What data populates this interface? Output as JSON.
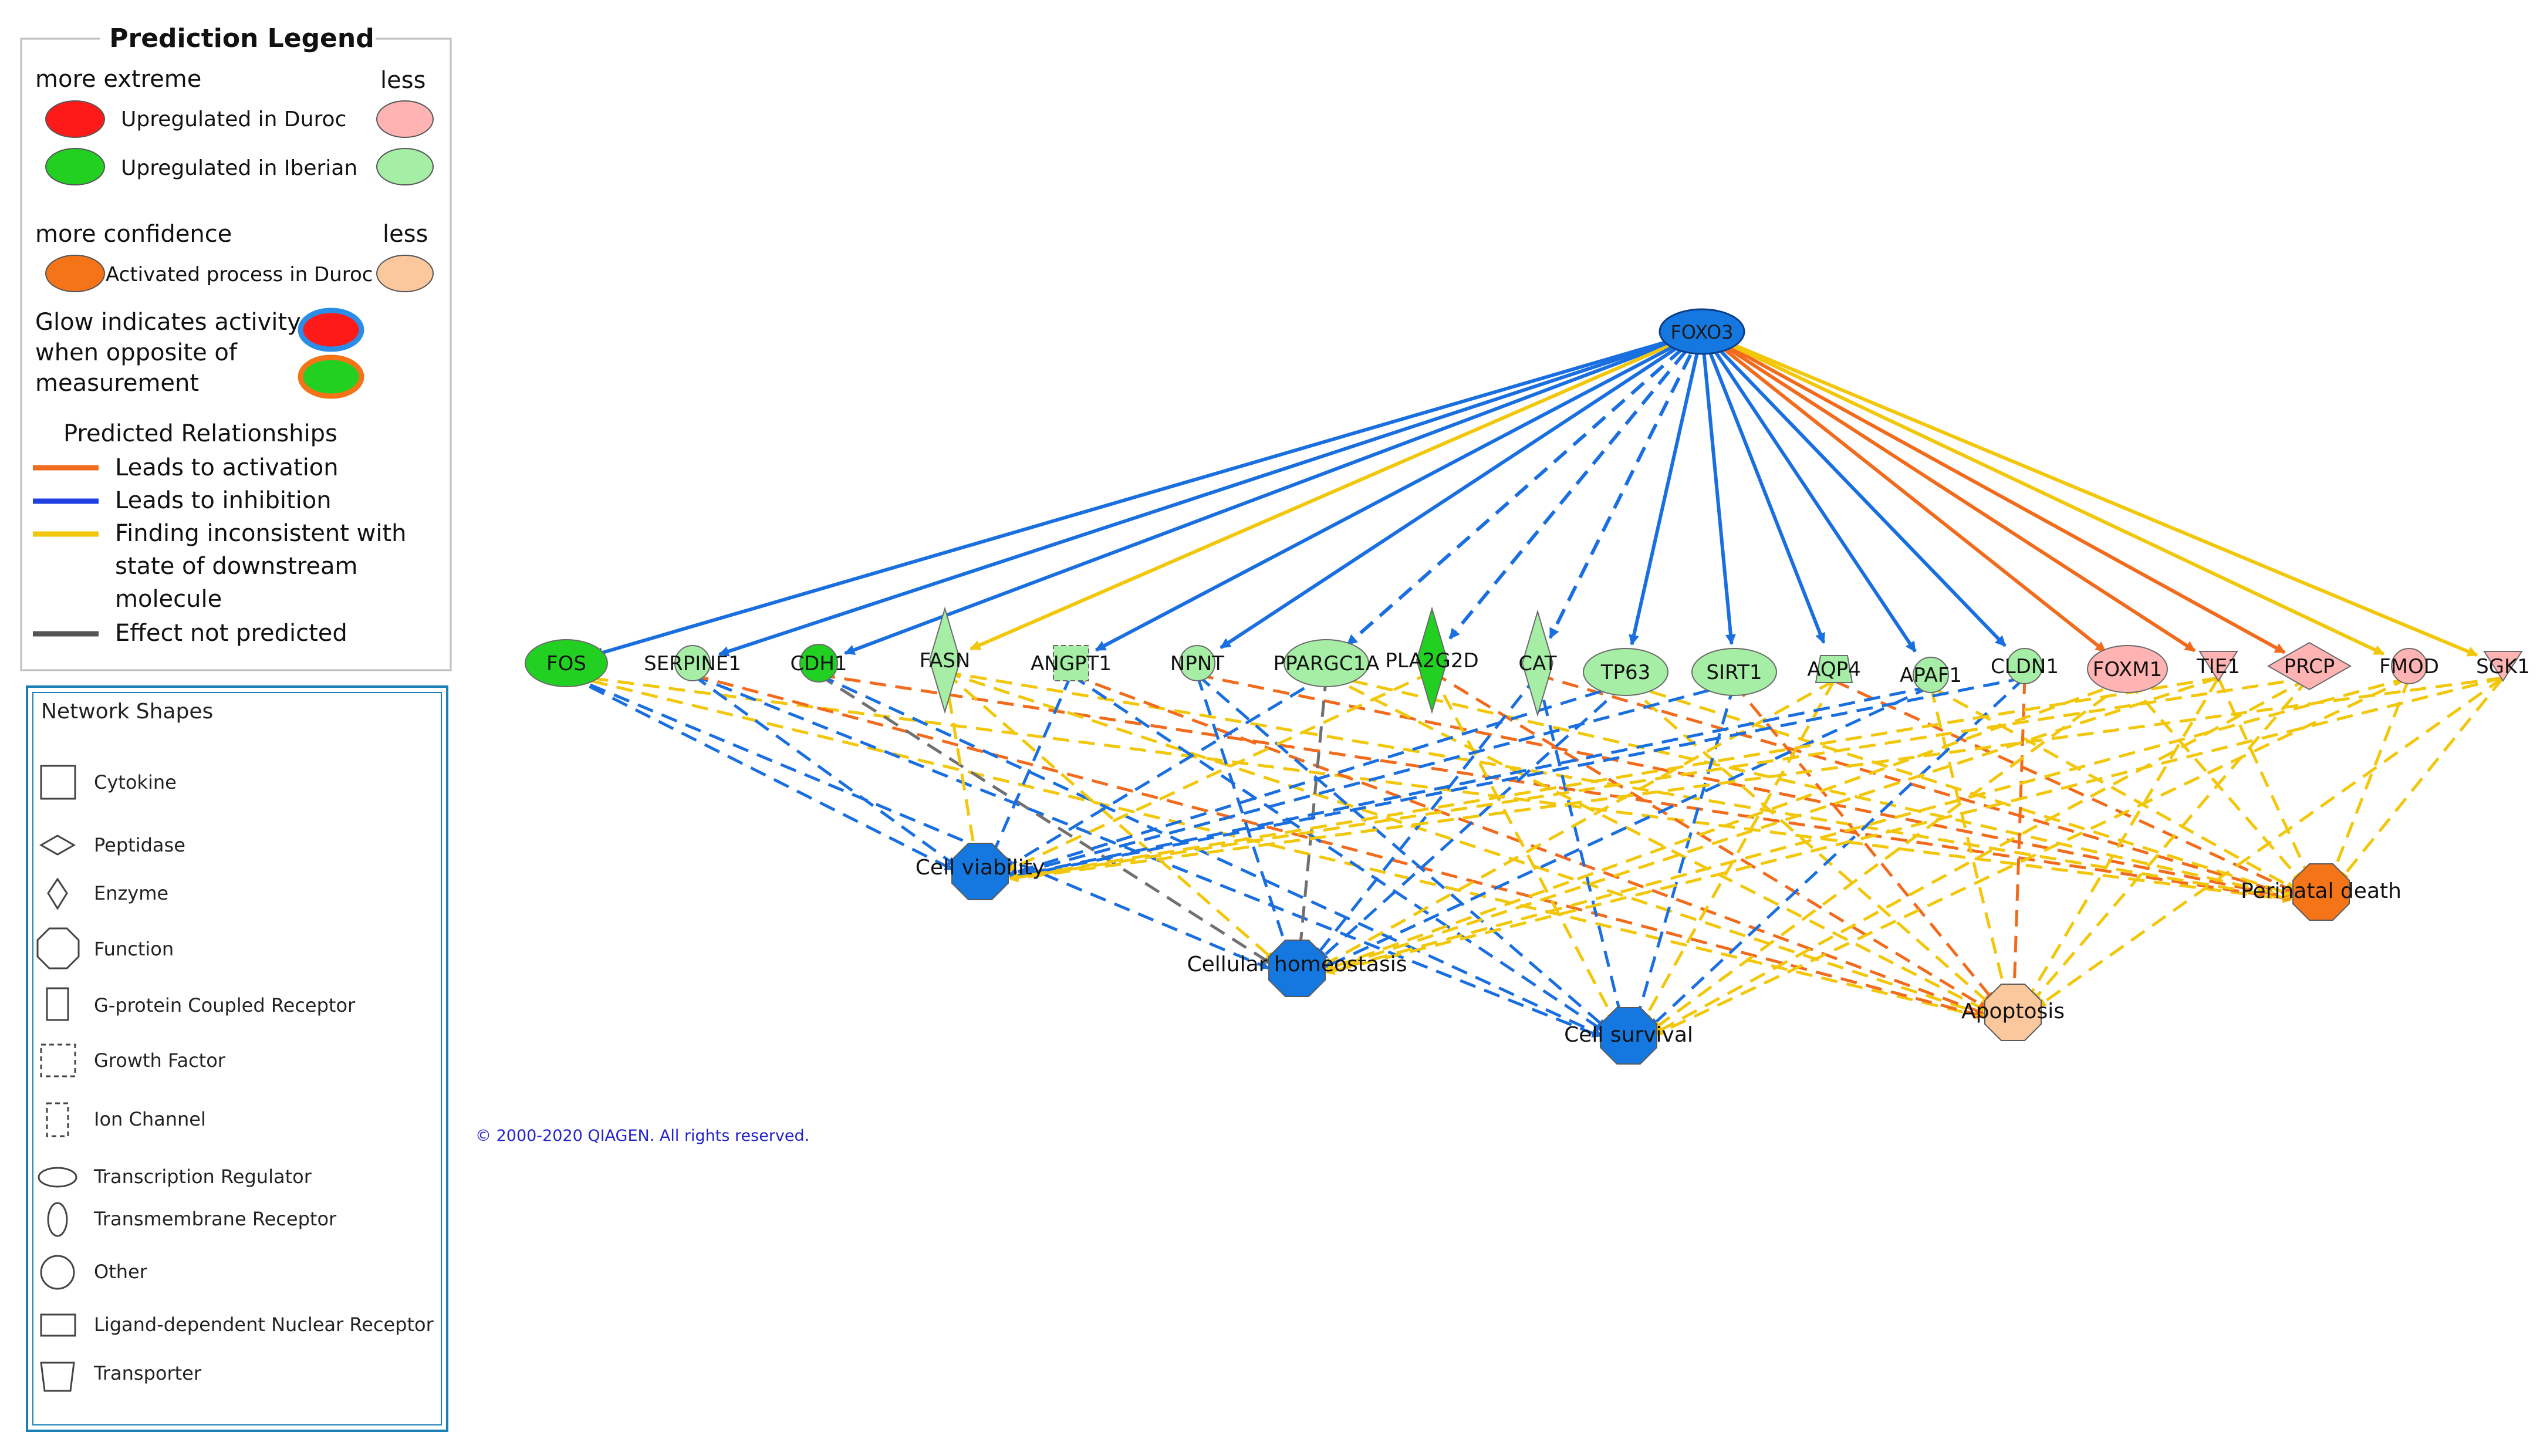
{
  "legend": {
    "title": "Prediction Legend",
    "more_extreme": "more extreme",
    "less_1": "less",
    "up_duroc": "Upregulated in Duroc",
    "up_iberian": "Upregulated in Iberian",
    "more_confidence": "more confidence",
    "less_2": "less",
    "activated_duroc": "Activated process in Duroc",
    "glow_1": "Glow indicates activity",
    "glow_2": "when opposite of",
    "glow_3": "measurement",
    "predicted_relationships": "Predicted Relationships",
    "rel_activation": "Leads to activation",
    "rel_inhibition": "Leads to inhibition",
    "rel_inconsistent_1": "Finding inconsistent with",
    "rel_inconsistent_2": "state of downstream",
    "rel_inconsistent_3": "molecule",
    "rel_not_predicted": "Effect not predicted"
  },
  "shapes": {
    "title": "Network Shapes",
    "cytokine": "Cytokine",
    "peptidase": "Peptidase",
    "enzyme": "Enzyme",
    "function": "Function",
    "gpcr": "G-protein Coupled Receptor",
    "growth_factor": "Growth Factor",
    "ion_channel": "Ion Channel",
    "transcription_regulator": "Transcription Regulator",
    "transmembrane_receptor": "Transmembrane Receptor",
    "other": "Other",
    "ligand_nuclear": "Ligand-dependent Nuclear Receptor",
    "transporter": "Transporter"
  },
  "colors": {
    "activation": "#f26b1d",
    "inhibition": "#1a6fe0",
    "inconsistent": "#f2c70a",
    "not_predicted": "#707070",
    "up_duroc_strong": "#ff1a1a",
    "up_duroc_weak": "#ffb3b3",
    "up_iberian_strong": "#22d022",
    "up_iberian_weak": "#a6eea6",
    "activated_strong": "#f57418",
    "activated_weak": "#fbc79c",
    "inhibited_function": "#1478e0"
  },
  "network": {
    "hub": "FOXO3",
    "genes": [
      "FOS",
      "SERPINE1",
      "CDH1",
      "FASN",
      "ANGPT1",
      "NPNT",
      "PPARGC1A",
      "PLA2G2D",
      "CAT",
      "TP63",
      "SIRT1",
      "AQP4",
      "APAF1",
      "CLDN1",
      "FOXM1",
      "TIE1",
      "PRCP",
      "FMOD",
      "SGK1"
    ],
    "functions": [
      "Cell viability",
      "Cellular homeostasis",
      "Cell survival",
      "Apoptosis",
      "Perinatal death"
    ]
  },
  "copyright": "© 2000-2020 QIAGEN. All rights reserved."
}
